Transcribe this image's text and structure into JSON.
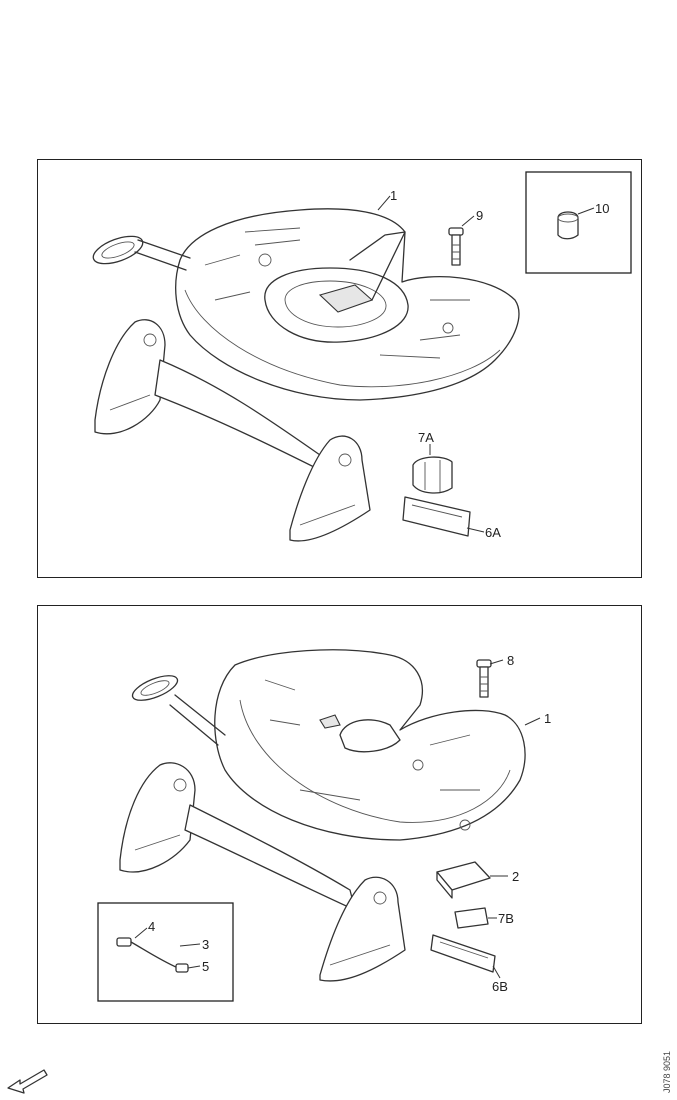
{
  "top_panel": {
    "labels": {
      "part_1": "1",
      "part_9": "9",
      "part_10": "10",
      "part_7a": "7A",
      "part_6a": "6A"
    }
  },
  "bottom_panel": {
    "labels": {
      "part_8": "8",
      "part_1": "1",
      "part_2": "2",
      "part_7b": "7B",
      "part_6b": "6B",
      "part_4": "4",
      "part_3": "3",
      "part_5": "5"
    }
  },
  "drawing_code": "J078 9051"
}
